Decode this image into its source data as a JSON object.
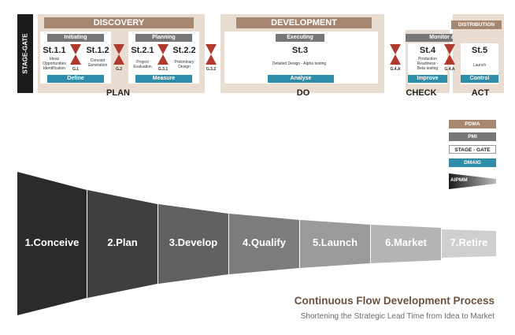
{
  "stagegate_label": "STAGE-GATE",
  "headers": {
    "discovery": "DISCOVERY",
    "development": "DEVELOPMENT",
    "distribution": "DISTRIBUTION"
  },
  "subheaders": {
    "initiating": "Initiating",
    "planning": "Planning",
    "executing": "Executing",
    "monitor_control": "Monitor & Control"
  },
  "stages": {
    "st11": {
      "code": "St.1.1",
      "desc": "Ideas\nOpportunities\nIdentification"
    },
    "st12": {
      "code": "St.1.2",
      "desc": "Concept\nGeneration"
    },
    "st21": {
      "code": "St.2.1",
      "desc": "Project\nEvaluation"
    },
    "st22": {
      "code": "St.2.2",
      "desc": "Preliminary\nDesign"
    },
    "st3": {
      "code": "St.3",
      "desc": "Detailed Design - Alpha testing"
    },
    "st4": {
      "code": "St.4",
      "desc": "Production\nReadiness -\nBeta testing"
    },
    "st5": {
      "code": "St.5",
      "desc": "Launch"
    }
  },
  "gates": {
    "g1": "G.1",
    "g2": "G.2",
    "g31": "G.3.1",
    "g32": "G.3.2",
    "g4a_left": "G.4.A",
    "g4a_right": "G.4.A"
  },
  "dmaic": {
    "define": "Define",
    "measure": "Measure",
    "analyse": "Analyse",
    "improve": "Improve",
    "control": "Control"
  },
  "pdca": {
    "plan": "PLAN",
    "do": "DO",
    "check": "CHECK",
    "act": "ACT"
  },
  "legend": {
    "pdma": "PDMA",
    "pmi": "PMI",
    "stagegate": "STAGE - GATE",
    "dmaig": "DMAIG",
    "aipmm": "AIPMM"
  },
  "funnel": [
    "1.Conceive",
    "2.Plan",
    "3.Develop",
    "4.Qualify",
    "5.Launch",
    "6.Market",
    "7.Retire"
  ],
  "footer": {
    "title": "Continuous Flow Development Process",
    "subtitle": "Shortening the Strategic Lead Time from Idea to Market"
  },
  "colors": {
    "brown": "#a68872",
    "gray": "#777777",
    "teal": "#2e8ea9",
    "beige": "#e8ddd0",
    "gate_red": "#b03a2e",
    "title_brown": "#6b5141"
  }
}
